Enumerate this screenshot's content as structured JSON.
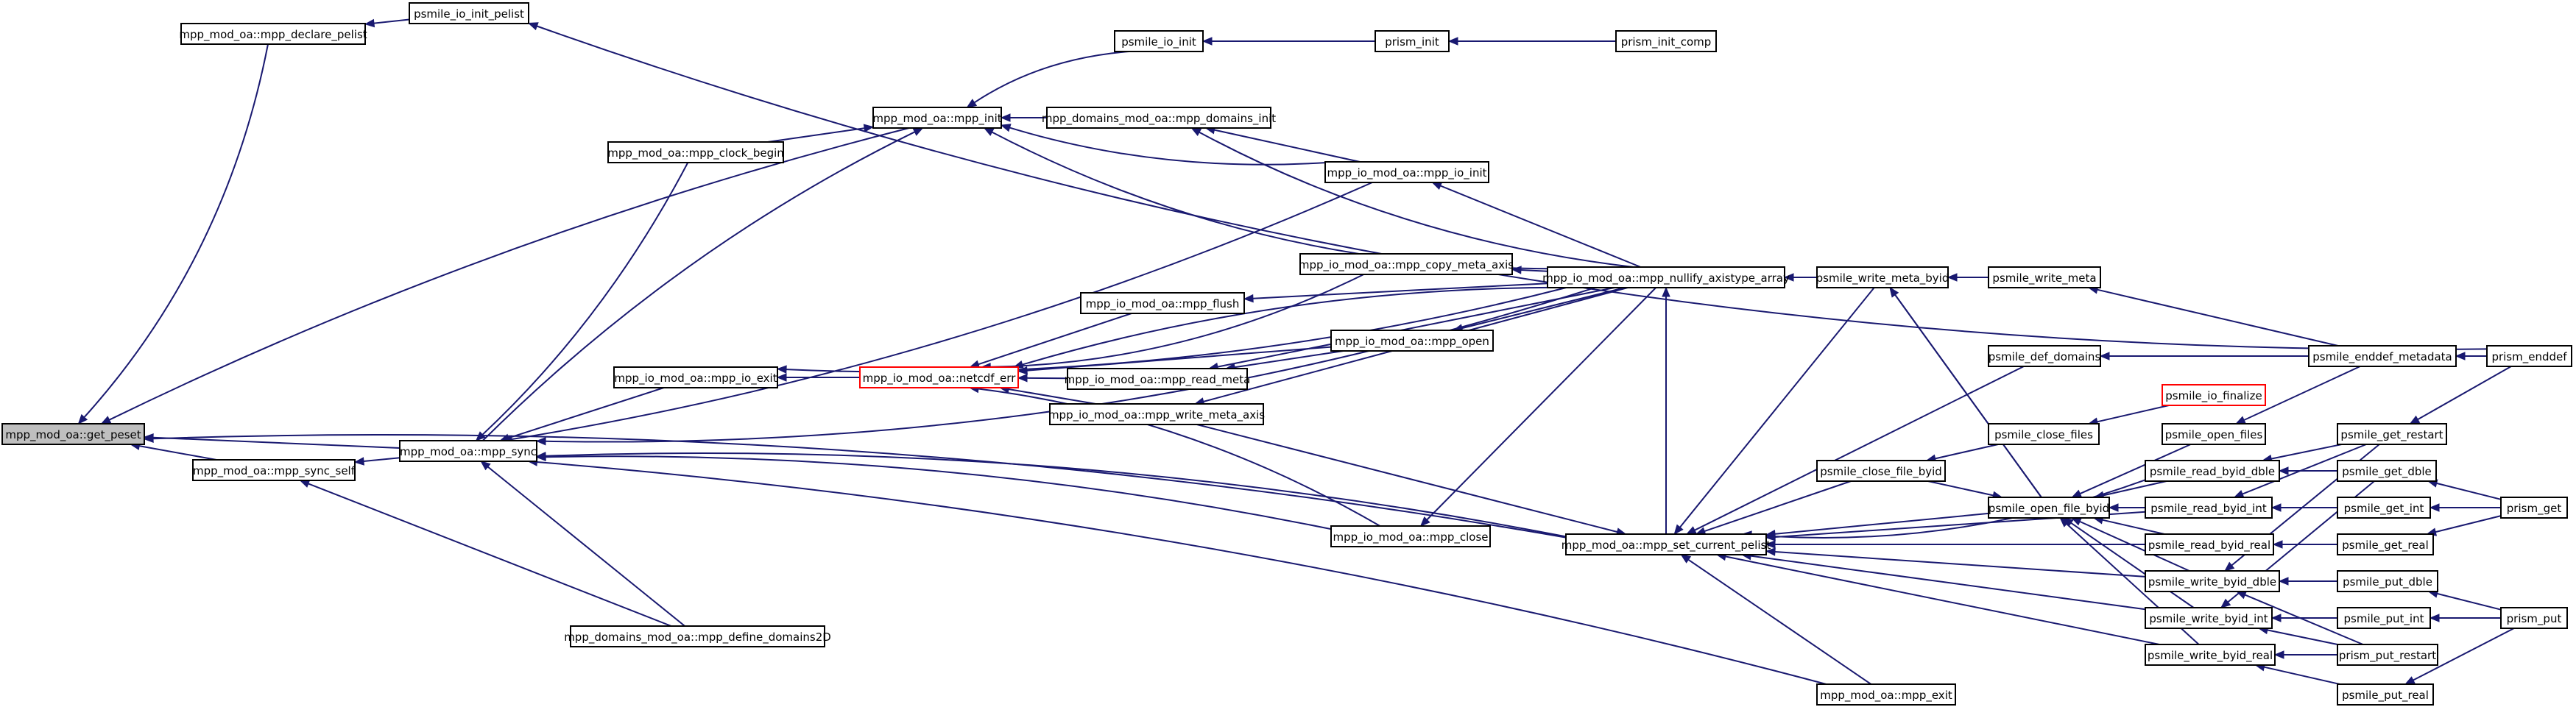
{
  "graph": {
    "nodes": {
      "get_peset": "mpp_mod_oa::get_peset",
      "mpp_declare_pelist": "mpp_mod_oa::mpp_declare_pelist",
      "psmile_io_init_pelist": "psmile_io_init_pelist",
      "mpp_init": "mpp_mod_oa::mpp_init",
      "mpp_clock_begin": "mpp_mod_oa::mpp_clock_begin",
      "mpp_sync": "mpp_mod_oa::mpp_sync",
      "mpp_sync_self": "mpp_mod_oa::mpp_sync_self",
      "mpp_io_exit": "mpp_io_mod_oa::mpp_io_exit",
      "netcdf_err": "mpp_io_mod_oa::netcdf_err",
      "psmile_io_init": "psmile_io_init",
      "prism_init": "prism_init",
      "prism_init_comp": "prism_init_comp",
      "mpp_domains_init": "mpp_domains_mod_oa::mpp_domains_init",
      "mpp_io_init": "mpp_io_mod_oa::mpp_io_init",
      "mpp_copy_meta_axis": "mpp_io_mod_oa::mpp_copy_meta_axis",
      "mpp_flush": "mpp_io_mod_oa::mpp_flush",
      "mpp_open": "mpp_io_mod_oa::mpp_open",
      "mpp_read_meta": "mpp_io_mod_oa::mpp_read_meta",
      "mpp_write_meta_axis": "mpp_io_mod_oa::mpp_write_meta_axis",
      "mpp_close": "mpp_io_mod_oa::mpp_close",
      "mpp_nullify": "mpp_io_mod_oa::mpp_nullify_axistype_array",
      "mpp_set_current_pelist": "mpp_mod_oa::mpp_set_current_pelist",
      "mpp_define_domains2D": "mpp_domains_mod_oa::mpp_define_domains2D",
      "mpp_exit": "mpp_mod_oa::mpp_exit",
      "psmile_write_meta_byid": "psmile_write_meta_byid",
      "psmile_write_meta": "psmile_write_meta",
      "psmile_def_domains": "psmile_def_domains",
      "psmile_io_finalize": "psmile_io_finalize",
      "psmile_close_files": "psmile_close_files",
      "psmile_close_file_byid": "psmile_close_file_byid",
      "psmile_open_files": "psmile_open_files",
      "psmile_open_file_byid": "psmile_open_file_byid",
      "psmile_read_byid_dble": "psmile_read_byid_dble",
      "psmile_read_byid_int": "psmile_read_byid_int",
      "psmile_read_byid_real": "psmile_read_byid_real",
      "psmile_write_byid_dble": "psmile_write_byid_dble",
      "psmile_write_byid_int": "psmile_write_byid_int",
      "psmile_write_byid_real": "psmile_write_byid_real",
      "psmile_enddef_metadata": "psmile_enddef_metadata",
      "prism_enddef": "prism_enddef",
      "psmile_get_restart": "psmile_get_restart",
      "psmile_get_dble": "psmile_get_dble",
      "psmile_get_int": "psmile_get_int",
      "psmile_get_real": "psmile_get_real",
      "prism_get": "prism_get",
      "psmile_put_dble": "psmile_put_dble",
      "psmile_put_int": "psmile_put_int",
      "prism_put_restart": "prism_put_restart",
      "psmile_put_real": "psmile_put_real",
      "prism_put": "prism_put"
    },
    "colors": {
      "edge": "#191970",
      "root_fill": "#bfbfbf",
      "error_border": "#ff0000"
    }
  }
}
